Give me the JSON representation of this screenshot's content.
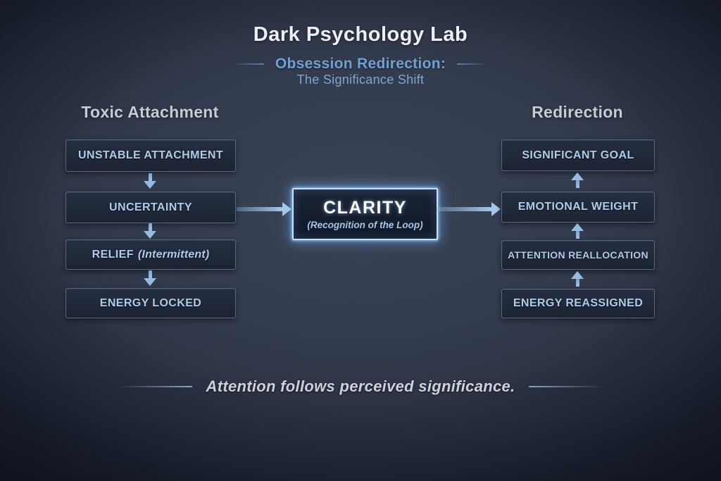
{
  "header": {
    "title": "Dark Psychology Lab",
    "subtitle": "Obsession Redirection:",
    "subtitle2": "The Significance Shift"
  },
  "left": {
    "header": "Toxic Attachment",
    "boxes": [
      {
        "label": "UNSTABLE ATTACHMENT"
      },
      {
        "label": "UNCERTAINTY"
      },
      {
        "label": "RELIEF",
        "note": "(Intermittent)"
      },
      {
        "label": "ENERGY LOCKED"
      }
    ]
  },
  "center": {
    "title": "CLARITY",
    "subtitle": "(Recognition of the Loop)"
  },
  "right": {
    "header": "Redirection",
    "boxes": [
      {
        "label": "SIGNIFICANT GOAL"
      },
      {
        "label": "EMOTIONAL WEIGHT"
      },
      {
        "label": "ATTENTION REALLOCATION"
      },
      {
        "label": "ENERGY REASSIGNED"
      }
    ]
  },
  "footer": {
    "tagline": "Attention follows perceived significance."
  },
  "icons": {
    "arrow_down": "down-triangle-arrow",
    "arrow_up": "up-triangle-arrow",
    "arrow_right": "right-triangle-arrow"
  },
  "colors": {
    "background_center": "#3a4256",
    "background_edge": "#141925",
    "box_fill": "#1f2838",
    "box_border": "#8ca6ca",
    "box_text": "#aecbe8",
    "arrow_blue": "#93bbe4",
    "clarity_border": "#bfe2fa",
    "clarity_glow": "#6eb4f5",
    "title_text": "#edeff3",
    "subtitle_text": "#6fa1d4",
    "column_header_text": "#c8cbd2",
    "footer_text": "#ccd1da"
  }
}
